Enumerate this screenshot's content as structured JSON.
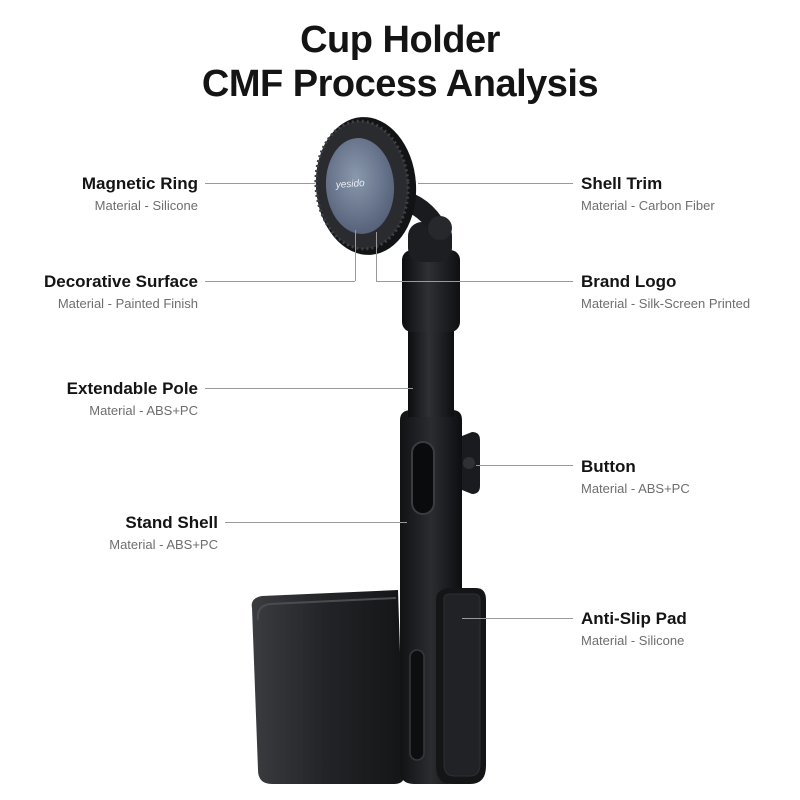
{
  "title": {
    "line1": "Cup Holder",
    "line2": "CMF Process Analysis"
  },
  "callouts": {
    "magnetic_ring": {
      "name": "Magnetic Ring",
      "material": "Material - Silicone"
    },
    "decorative_surface": {
      "name": "Decorative Surface",
      "material": "Material - Painted Finish"
    },
    "extendable_pole": {
      "name": "Extendable Pole",
      "material": "Material - ABS+PC"
    },
    "stand_shell": {
      "name": "Stand Shell",
      "material": "Material - ABS+PC"
    },
    "shell_trim": {
      "name": "Shell Trim",
      "material": "Material - Carbon Fiber"
    },
    "brand_logo": {
      "name": "Brand Logo",
      "material": "Material - Silk-Screen Printed"
    },
    "button": {
      "name": "Button",
      "material": "Material - ABS+PC"
    },
    "anti_slip_pad": {
      "name": "Anti-Slip Pad",
      "material": "Material - Silicone"
    }
  },
  "product": {
    "logo_text": "yesido"
  },
  "colors": {
    "leader_line": "#9a9a9a",
    "product_dark": "#1c1d20",
    "magnet_face": "#6f7f95"
  }
}
